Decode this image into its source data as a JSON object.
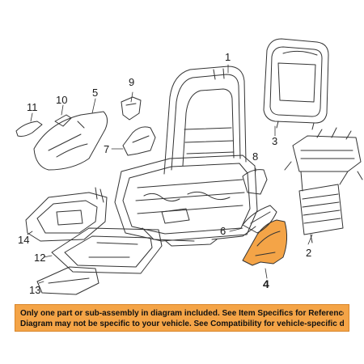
{
  "callouts": {
    "c1": "1",
    "c2": "2",
    "c3": "3",
    "c4": "4",
    "c5": "5",
    "c6": "6",
    "c7": "7",
    "c8": "8",
    "c9": "9",
    "c10": "10",
    "c11": "11",
    "c12": "12",
    "c13": "13",
    "c14": "14"
  },
  "highlighted_part": "4",
  "colors": {
    "line": "#333333",
    "highlight_fill": "#f4a447",
    "banner_bg": "#f4a447"
  },
  "notice": {
    "line1": "Only one part or sub-assembly in diagram included. See Item Specifics for Reference #.",
    "line2": "Diagram may not be specific to your vehicle. See Compatibility for vehicle-specific diagrams."
  }
}
